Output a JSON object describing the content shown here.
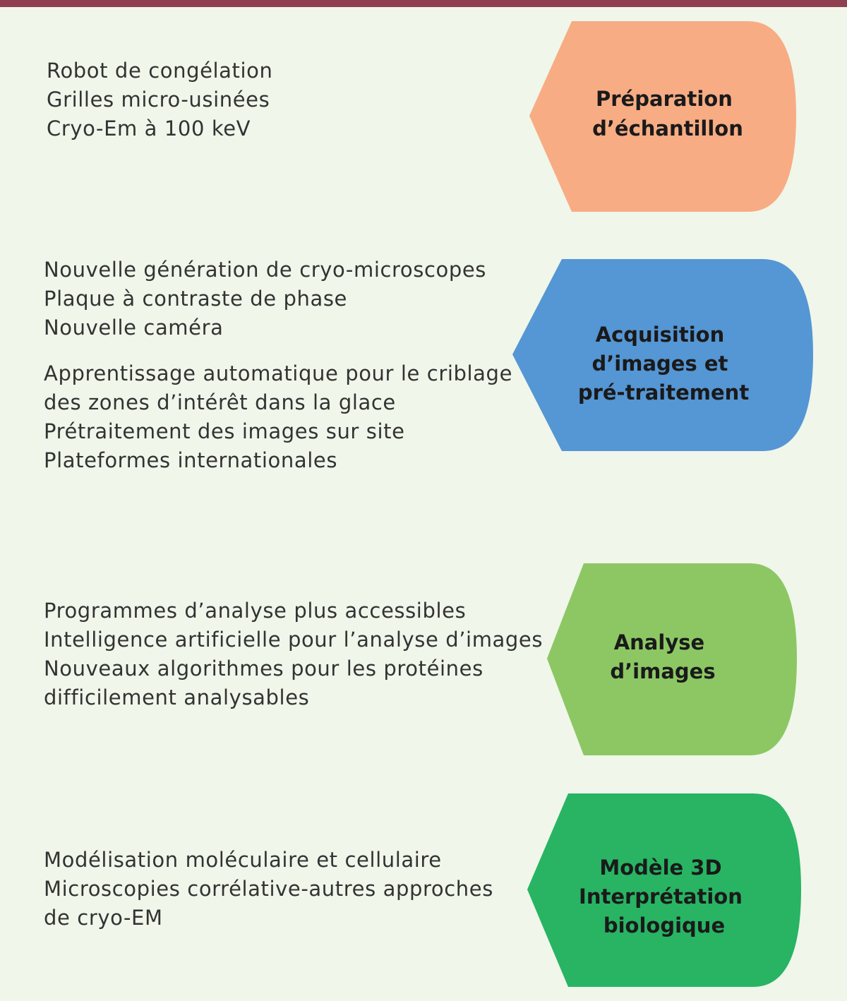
{
  "stages": [
    {
      "label_lines": [
        "Préparation",
        "d’échantillon"
      ],
      "color": "#f8ac84",
      "items_groups": [
        [
          "Robot de congélation",
          "Grilles micro-usinées",
          "Cryo-Em à 100 keV"
        ]
      ]
    },
    {
      "label_lines": [
        "Acquisition",
        "d’images et",
        "pré-traitement"
      ],
      "color": "#5596d4",
      "items_groups": [
        [
          "Nouvelle génération de cryo-microscopes",
          "Plaque à contraste de phase",
          "Nouvelle caméra"
        ],
        [
          "Apprentissage automatique pour le criblage",
          "des zones d’intérêt dans la glace",
          "Prétraitement des images sur site",
          "Plateformes internationales"
        ]
      ]
    },
    {
      "label_lines": [
        "Analyse",
        "d’images"
      ],
      "color": "#8cc764",
      "items_groups": [
        [
          "Programmes d’analyse plus accessibles",
          "Intelligence artificielle pour l’analyse d’images",
          "Nouveaux algorithmes pour les protéines",
          "difficilement analysables"
        ]
      ]
    },
    {
      "label_lines": [
        "Modèle 3D",
        "Interprétation",
        "biologique"
      ],
      "color": "#28b463",
      "items_groups": [
        [
          "Modélisation moléculaire et cellulaire",
          "Microscopies corrélative-autres approches",
          "de cryo-EM"
        ]
      ]
    }
  ],
  "colors": {
    "background": "#f0f6ea",
    "top_bar": "#8f3f4f",
    "text": "#333333"
  }
}
